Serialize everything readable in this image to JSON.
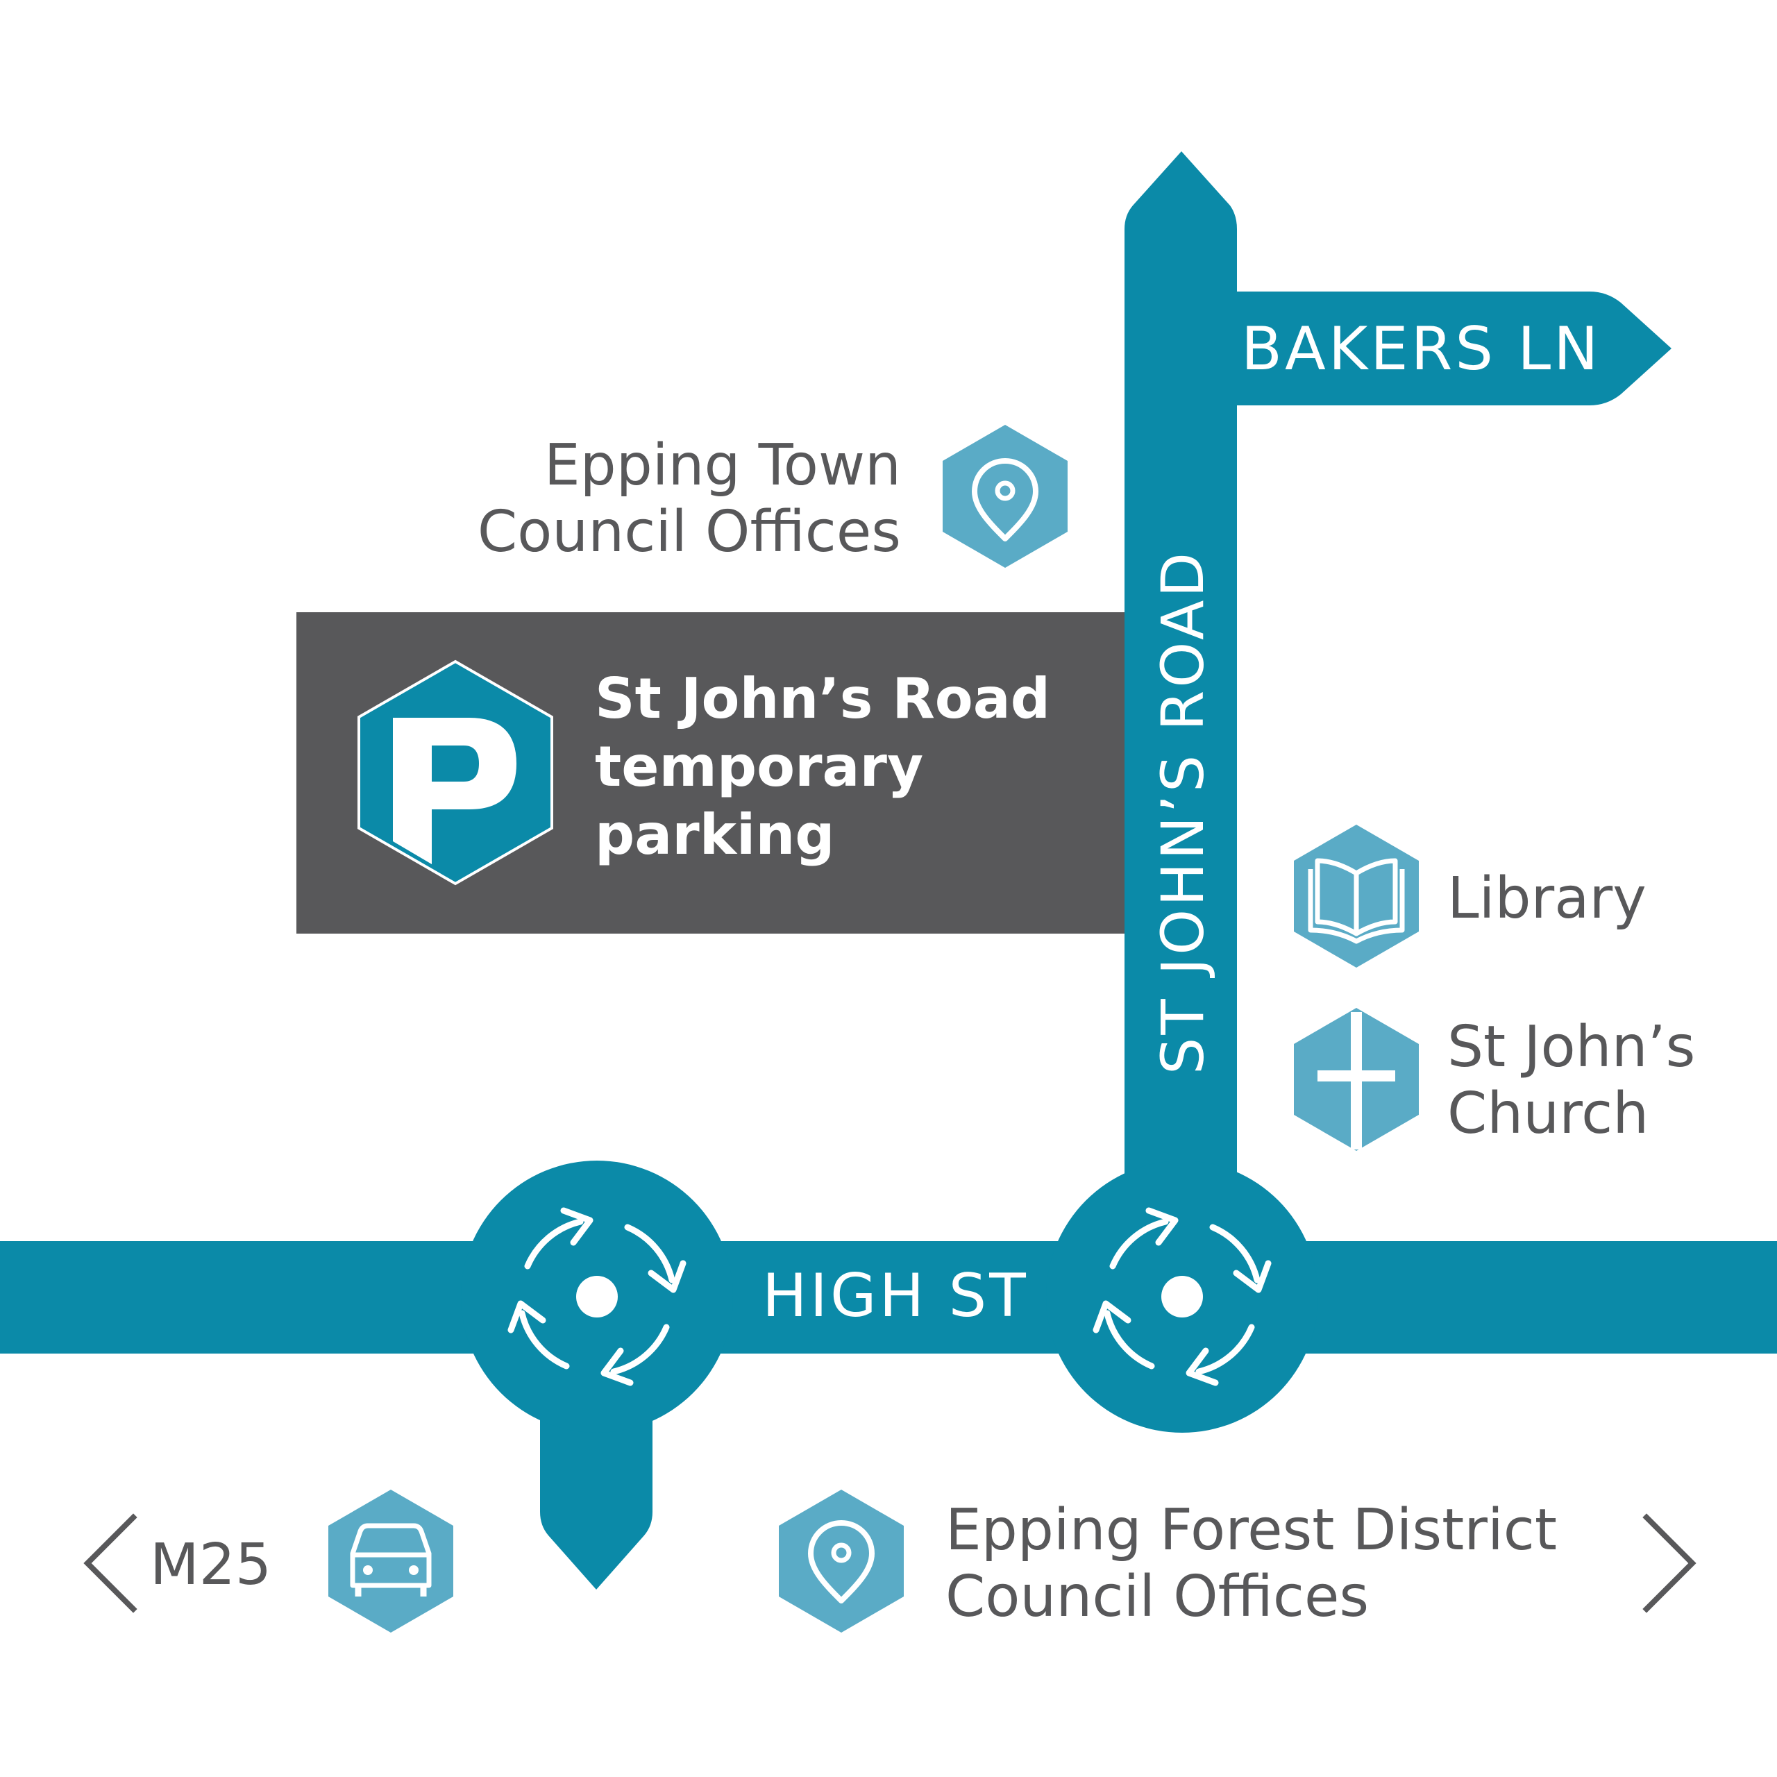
{
  "colors": {
    "road": "#0b8aa8",
    "icon_hex": "#5aabc6",
    "parking_box": "#58585a",
    "text": "#58585a",
    "background": "#ffffff"
  },
  "roads": {
    "high_st": "HIGH ST",
    "st_johns_road": "ST JOHN’S ROAD",
    "bakers_ln": "BAKERS LN"
  },
  "parking": {
    "icon": "parking-icon",
    "line1": "St John’s Road",
    "line2": "temporary",
    "line3": "parking"
  },
  "pois": {
    "town_council": {
      "icon": "location-pin-icon",
      "line1": "Epping Town",
      "line2": "Council Offices"
    },
    "library": {
      "icon": "book-icon",
      "line1": "Library"
    },
    "church": {
      "icon": "cross-icon",
      "line1": "St John’s",
      "line2": "Church"
    },
    "district_council": {
      "icon": "location-pin-icon",
      "line1": "Epping Forest District",
      "line2": "Council Offices"
    },
    "m25": {
      "icon": "car-icon",
      "line1": "M25"
    }
  },
  "navigation": {
    "left": "chevron-left-icon",
    "right": "chevron-right-icon"
  },
  "roundabouts": [
    {
      "name": "west-roundabout",
      "icon": "roundabout-arrows-icon"
    },
    {
      "name": "east-roundabout",
      "icon": "roundabout-arrows-icon"
    }
  ]
}
